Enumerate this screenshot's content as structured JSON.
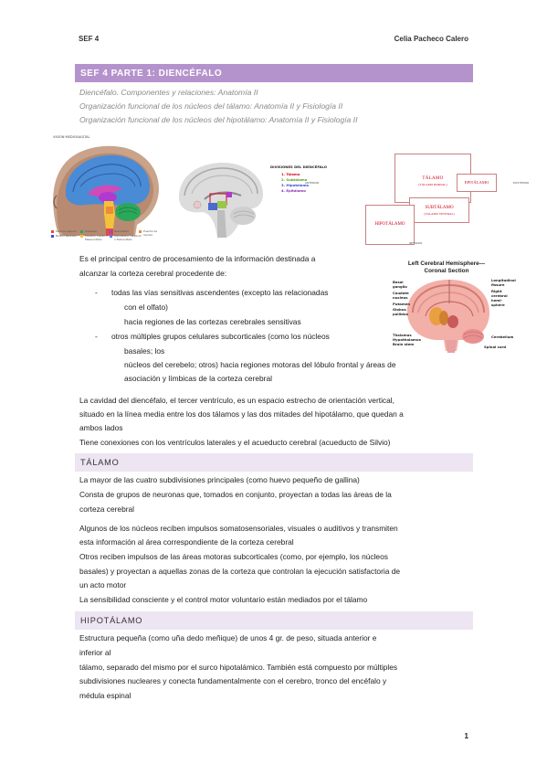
{
  "header": {
    "left": "SEF 4",
    "right": "Celia Pacheco Calero"
  },
  "title": "SEF 4 PARTE 1: DIENCÉFALO",
  "subtitles": [
    "Diencéfalo. Componentes y relaciones: Anatomía II",
    "Organización funcional de los núcleos del tálamo: Anatomía II y Fisiología II",
    "Organización funcional de los núcleos del hipotálamo: Anatomía II y Fisiología II"
  ],
  "figure1": {
    "title": "VISIÓN MEDIOSAGITAL",
    "legend": [
      "Médula espinal",
      "Bulbo raquídeo",
      "Cerebelo",
      "Cerebro medio o Mesencéfalo",
      "Diencéfalo",
      "Hemisferio cerebral o Telencéfalo",
      "Puente de Varolio"
    ]
  },
  "figure2": {
    "title": "DIVISIONES DEL DIENCÉFALO",
    "items": [
      "1. Tálamo",
      "2. Subtálamo",
      "3. Hipotálamo",
      "4. Epitálamo"
    ]
  },
  "figure3": {
    "talamo": "TÁLAMO",
    "talamo_sub": "(TÁLAMO DORSAL)",
    "epitalamo": "EPITÁLAMO",
    "subtalamo": "SUBTÁLAMO",
    "subtalamo_sub": "(TÁLAMO VENTRAL)",
    "hipotalamo": "HIPOTÁLAMO",
    "anterior": "ANTERIOR",
    "posterior": "POSTERIOR",
    "inferior": "INFERIOR"
  },
  "figure4": {
    "title_line1": "Left Cerebral Hemisphere—",
    "title_line2": "Coronal Section",
    "labels_left": [
      "Basal ganglia",
      "Caudate nucleus",
      "Putamen",
      "Globus pallidus",
      "Thalamus",
      "Hypothalamus",
      "Brain stem"
    ],
    "labels_right": [
      "Longitudinal fissure",
      "Right cerebral hemi-sphere",
      "Cerebellum",
      "Spinal cord"
    ]
  },
  "intro": {
    "line1": "Es el principal centro de procesamiento de la información destinada a",
    "line2": "alcanzar la corteza cerebral procedente de:",
    "b1_line1": "todas las vías sensitivas ascendentes (excepto las relacionadas",
    "b1_line2": "con el olfato)",
    "b1_line3": "hacia regiones de las cortezas cerebrales sensitivas",
    "b2_line1": "otros múltiples grupos celulares subcorticales (como los núcleos",
    "b2_line2": "basales; los",
    "b2_line3": "núcleos del cerebelo; otros) hacia regiones motoras del lóbulo frontal y áreas de",
    "b2_line4": "asociación y límbicas de la corteza cerebral"
  },
  "cavity": {
    "line1": "La cavidad del diencéfalo, el tercer ventrículo, es un espacio estrecho de orientación vertical,",
    "line2": "situado en la línea media entre los dos tálamos y las dos mitades del hipotálamo, que quedan a",
    "line3": "ambos lados",
    "line4": "Tiene conexiones con los ventrículos laterales y el acueducto cerebral (acueducto de Silvio)"
  },
  "talamo": {
    "heading": "TÁLAMO",
    "l1": "La mayor de las cuatro subdivisiones principales (como huevo pequeño de gallina)",
    "l2": "Consta de grupos de neuronas que, tomados en conjunto, proyectan a todas las áreas de la",
    "l3": "corteza cerebral",
    "l4": "Algunos de los núcleos reciben impulsos somatosensoriales, visuales o auditivos y transmiten",
    "l5": "esta información al área correspondiente de la corteza cerebral",
    "l6": "Otros reciben impulsos de las áreas motoras subcorticales (como, por ejemplo, los núcleos",
    "l7": "basales) y proyectan a aquellas zonas de la corteza que controlan la ejecución satisfactoria de",
    "l8": "un acto motor",
    "l9": "La sensibilidad consciente y el control motor voluntario están mediados por el tálamo"
  },
  "hipotalamo": {
    "heading": "HIPOTÁLAMO",
    "l1": "Estructura pequeña (como uña dedo meñique) de unos 4 gr. de peso, situada anterior e",
    "l2": "inferior al",
    "l3": "tálamo, separado del mismo por el surco hipotalámico. También está compuesto por múltiples",
    "l4": "subdivisiones nucleares y conecta fundamentalmente con el cerebro, tronco del encéfalo y",
    "l5": "médula espinal"
  },
  "page_number": "1",
  "colors": {
    "title_bar": "#b493cc",
    "section_bar": "#ede5f2",
    "subtitle": "#8a8a8a",
    "red_label": "#d0021b"
  }
}
